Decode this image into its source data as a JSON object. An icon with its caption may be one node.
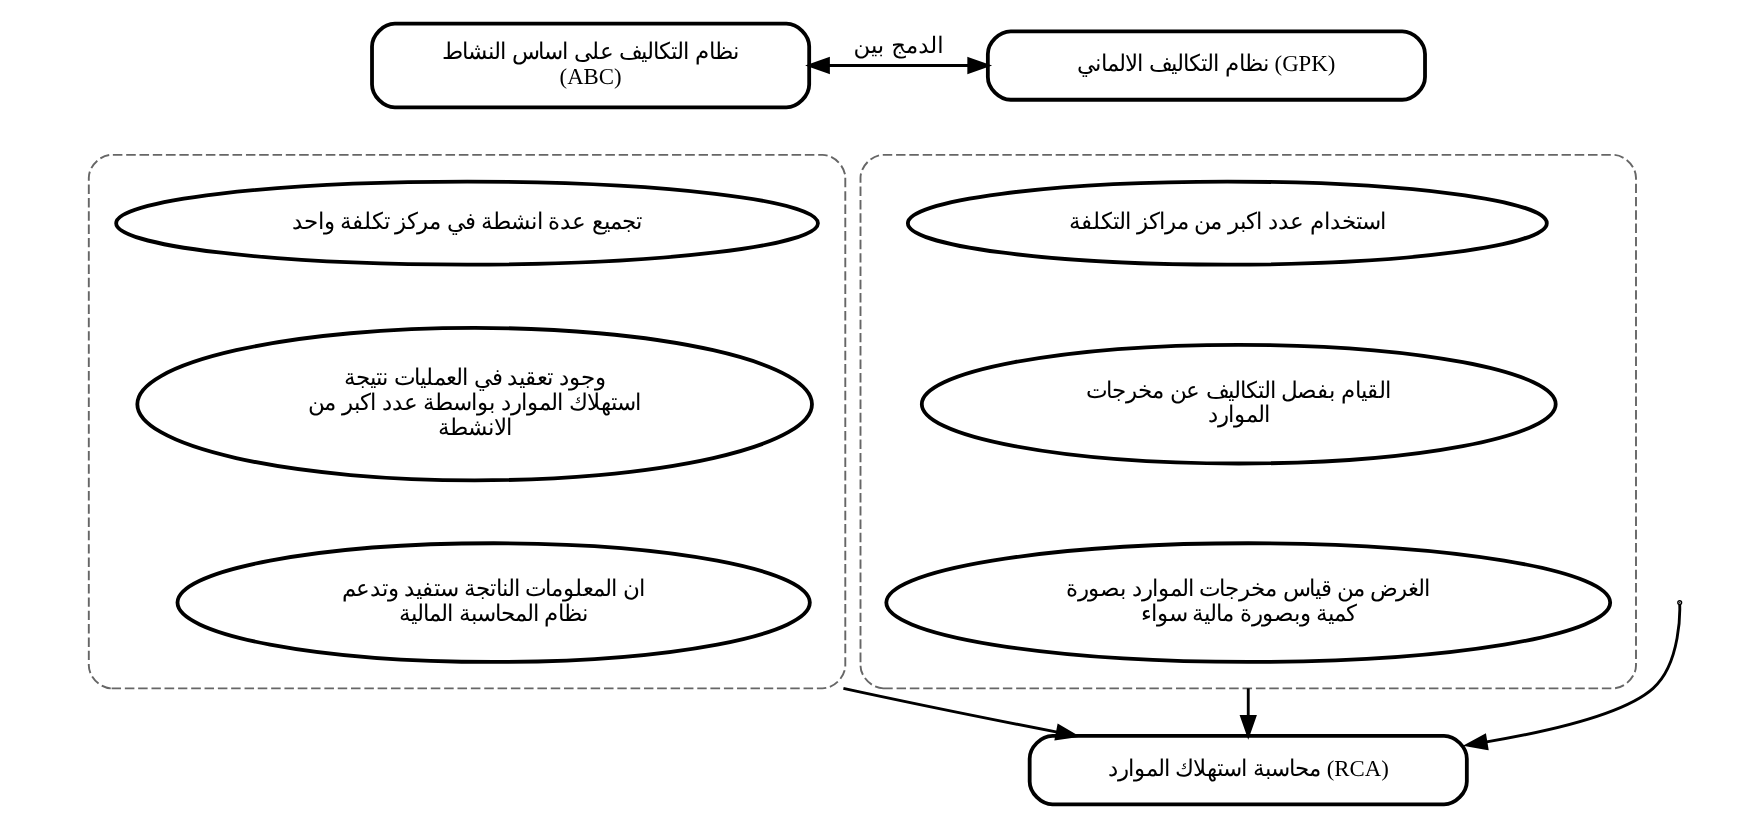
{
  "diagram": {
    "nodes": [
      {
        "text": [
          "نظام التكاليف على اساس النشاط (ABC)"
        ]
      },
      {
        "text": [
          "نظام التكاليف الالماني (GPK)"
        ]
      },
      {
        "text": [],
        "shape": "box"
      },
      {
        "text": [
          "تجميع عدة انشطة في مركز تكلفة واحد"
        ],
        "in": 2
      },
      {
        "text": [
          "وجود تعقيد في العمليات نتيجة استهلاك الموارد بواسطة عدد اكبر من الانشطة"
        ],
        "in": 2
      },
      {
        "text": [
          "ان المعلومات الناتجة ستفيد وتدعم نظام المحاسبة المالية"
        ],
        "in": 2
      },
      {
        "text": [],
        "shape": "box"
      },
      {
        "text": [
          "استخدام عدد اكبر من مراكز التكلفة"
        ],
        "in": 6
      },
      {
        "text": [
          "القيام بفصل التكاليف عن مخرجات الموارد"
        ],
        "in": 6
      },
      {
        "text": [
          "الغرض من قياس مخرجات الموارد بصورة كمية وبصورة مالية سواء"
        ],
        "in": 6
      },
      {
        "text": [
          "محاسبة استهلاك الموارد (RCA)"
        ]
      }
    ],
    "edges": [
      {
        "from": 0,
        "to": 1,
        "arrow": "both",
        "label": "الدمج بين"
      },
      {
        "from": null,
        "to": 10,
        "arrow": "to"
      },
      {
        "from": 2,
        "to": 10,
        "arrow": "to"
      },
      {
        "from": 6,
        "to": 10,
        "arrow": "to"
      }
    ]
  }
}
